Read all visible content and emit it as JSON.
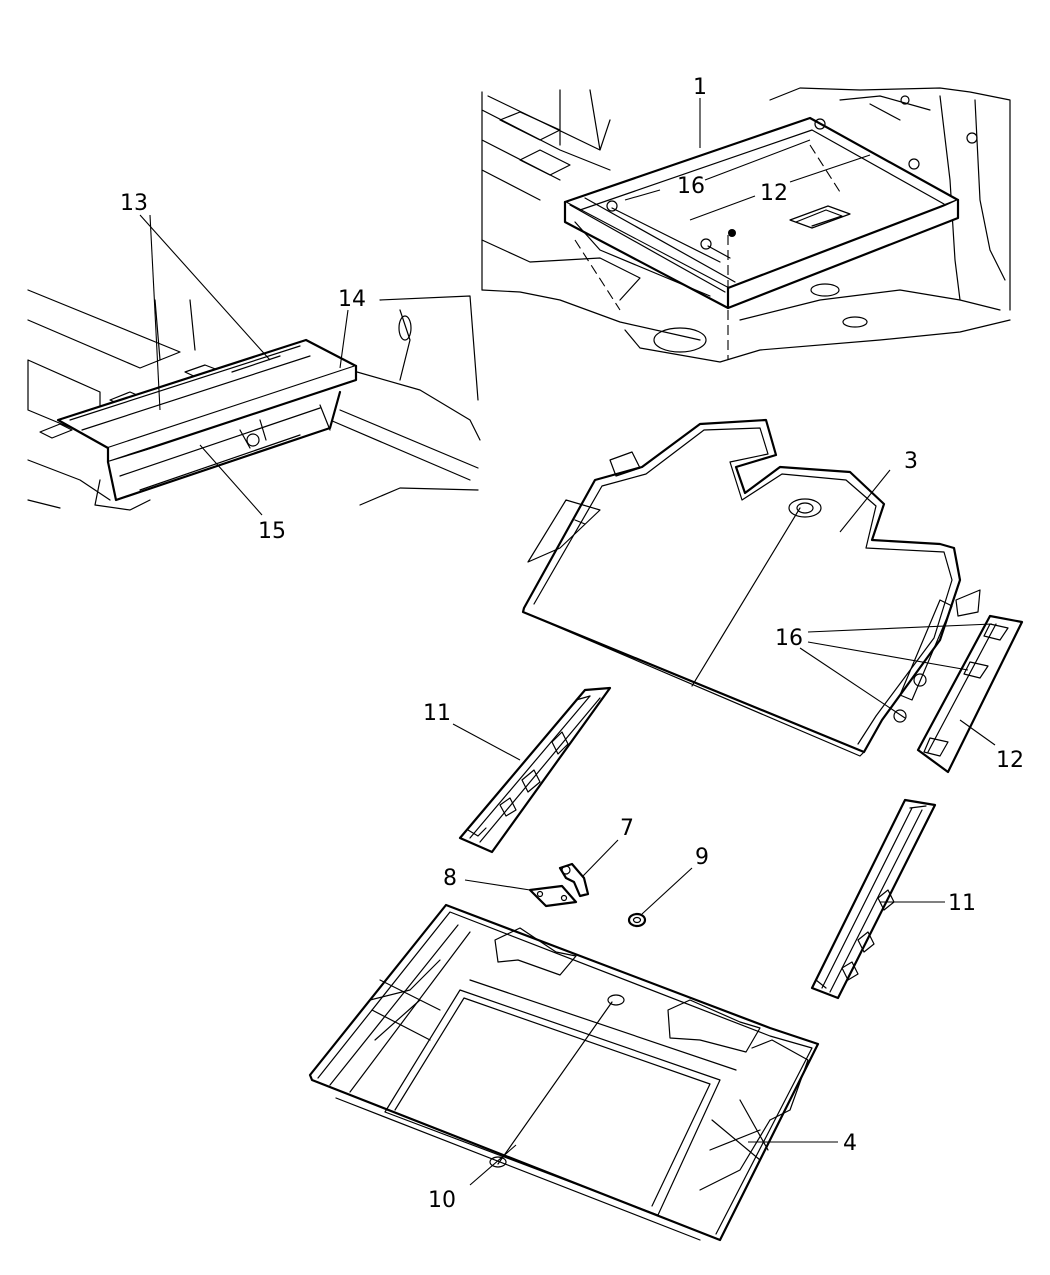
{
  "callouts": {
    "c1": "1",
    "c3": "3",
    "c4": "4",
    "c7": "7",
    "c8": "8",
    "c9": "9",
    "c10": "10",
    "c11a": "11",
    "c11b": "11",
    "c12a": "12",
    "c12b": "12",
    "c13": "13",
    "c14": "14",
    "c15": "15",
    "c16a": "16",
    "c16b": "16"
  },
  "colors": {
    "line": "#000000",
    "background": "#ffffff"
  }
}
